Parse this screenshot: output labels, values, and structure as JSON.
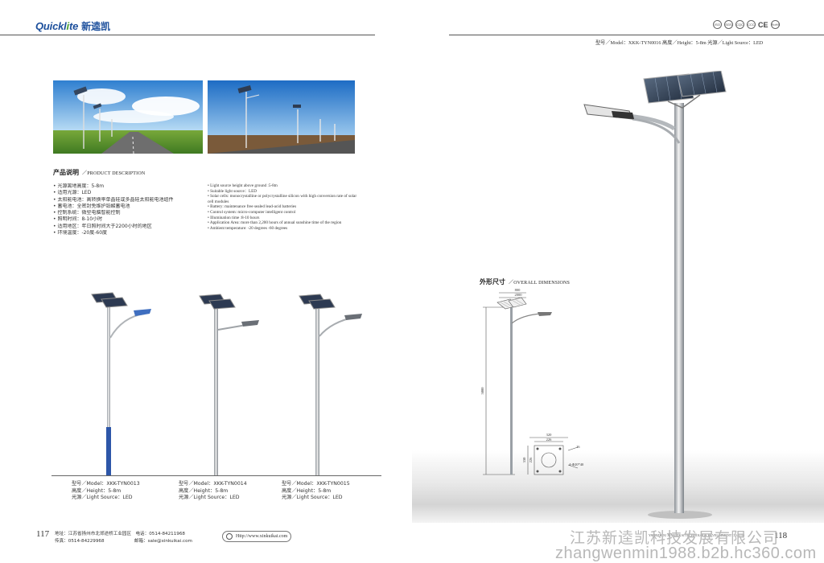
{
  "brand": {
    "logo_en": "Quickl",
    "logo_en_tail": "te",
    "logo_cn": "新逵凯"
  },
  "product_description": {
    "title_cn": "产品说明",
    "title_en": "／PRODUCT DESCRIPTION",
    "bullets_cn": [
      "• 光源离地高度：5-8m",
      "• 适用光源：LED",
      "• 太阳能电池：高转换率单晶硅或多晶硅太阳能电池组件",
      "• 蓄电池：全密封免维护铅酸蓄电池",
      "• 控制系统：微型电脑智能控制",
      "• 照明时间：8-10小时",
      "• 适用地区：年日照时间大于2200小时的地区",
      "• 环境温度：-20度-60度"
    ],
    "bullets_en": [
      "• Light source height above ground :5-8m",
      "• Suitable light source：LED",
      "• Solar cells: monocrystalline or polycrystalline silicon with high conversion rate of solar cell modules",
      "• Battery: maintenance free sealed lead-acid batteries",
      "• Control system: micro-computer intelligent control",
      "• Illumination time :8-10 hours",
      "• Application Area: more than 2,200 hours of annual sunshine time of the region",
      "• Ambient temperature: -20 degrees -60 degrees"
    ]
  },
  "lamps": [
    {
      "model": "型号／Model：XKK-TYN0013",
      "height": "高度／Height：5-8m",
      "light": "光源／Light Source：LED"
    },
    {
      "model": "型号／Model：XKK-TYN0014",
      "height": "高度／Height：5-8m",
      "light": "光源／Light Source：LED"
    },
    {
      "model": "型号／Model：XKK-TYN0015",
      "height": "高度／Height：5-8m",
      "light": "光源／Light Source：LED"
    }
  ],
  "footer_left": {
    "page_number": "117",
    "address": "地址：江苏省扬州市北郊途桥工业园区",
    "phone": "电话：0514-84211968",
    "fax": "传真：0514-84229968",
    "email": "邮箱：sale@xinkuikai.com",
    "url": "Http://www.xinkuikai.com"
  },
  "right_page": {
    "model_header": "型号／Model：XKK-TYN0016  高度／Height：5-8m  光源／Light Source：LED",
    "dimensions_title_cn": "外形尺寸",
    "dimensions_title_en": "／OVERALL DIMENSIONS",
    "dim_labels": {
      "panel_w1": "800",
      "panel_w2": "2000",
      "pole_h": "5000",
      "base_outer": "320",
      "base_inner": "226",
      "base_side": "330",
      "base_mid": "226",
      "hole": "4-Φ20*40",
      "plate": "16"
    },
    "page_number": "118",
    "footer_small": "YANGZHOU XINKUIKAI TECHNOLOGY DEVELOPMENT CO.,LTD"
  },
  "watermark": {
    "company": "江苏新逵凯科技发展有限公司",
    "url": "zhangwenmin1988.b2b.hc360.com"
  },
  "certifications": [
    "ISO",
    "SGS",
    "CQC",
    "CCC",
    "CE",
    "RoHS"
  ]
}
